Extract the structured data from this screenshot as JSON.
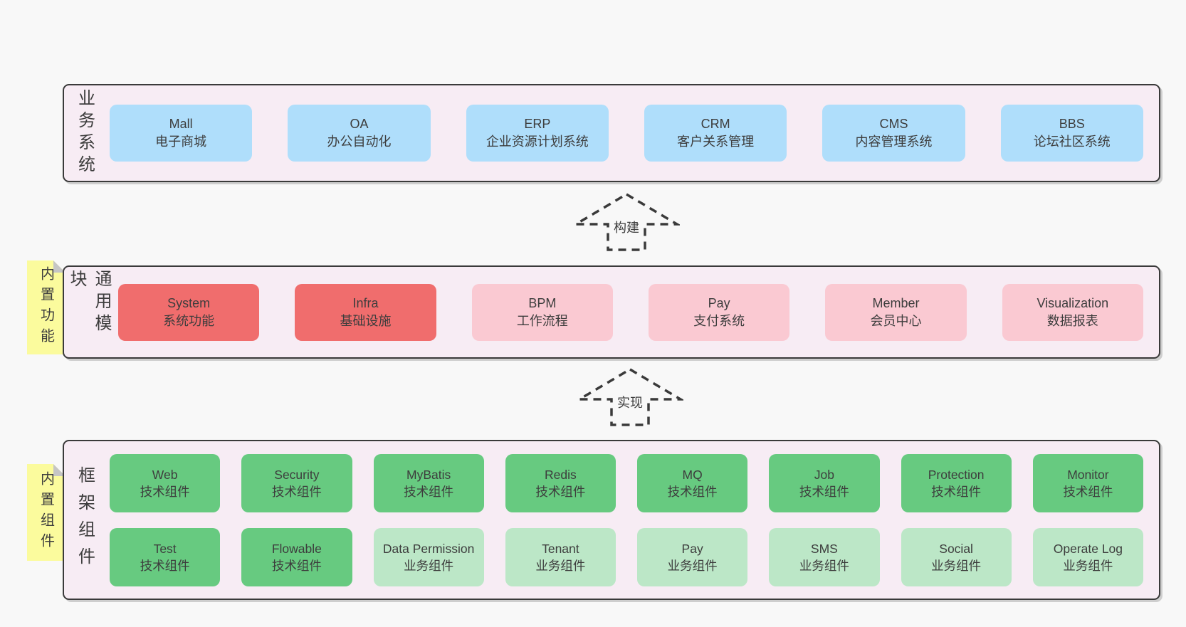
{
  "colors": {
    "page_bg": "#f8f8f8",
    "panel_bg": "#f7ecf4",
    "panel_border": "#3a3a3a",
    "box_blue": "#afdefb",
    "box_red": "#f06d6d",
    "box_pink": "#fac9d2",
    "box_green": "#67ca80",
    "box_green_light": "#bce7c7",
    "sticky_note_yellow": "#fbfb9d",
    "note_fold_gray": "#c5c5c5",
    "text": "#3d3d3d"
  },
  "arrows": {
    "build": {
      "label": "构建"
    },
    "implement": {
      "label": "实现"
    }
  },
  "sections": {
    "business": {
      "label": "业务系统",
      "items": [
        {
          "name": "Mall",
          "desc": "电子商城",
          "variant": "blue"
        },
        {
          "name": "OA",
          "desc": "办公自动化",
          "variant": "blue"
        },
        {
          "name": "ERP",
          "desc": "企业资源计划系统",
          "variant": "blue"
        },
        {
          "name": "CRM",
          "desc": "客户关系管理",
          "variant": "blue"
        },
        {
          "name": "CMS",
          "desc": "内容管理系统",
          "variant": "blue"
        },
        {
          "name": "BBS",
          "desc": "论坛社区系统",
          "variant": "blue"
        }
      ]
    },
    "modules": {
      "label": "通用模块",
      "note": "内置功能",
      "items": [
        {
          "name": "System",
          "desc": "系统功能",
          "variant": "red"
        },
        {
          "name": "Infra",
          "desc": "基础设施",
          "variant": "red"
        },
        {
          "name": "BPM",
          "desc": "工作流程",
          "variant": "pink"
        },
        {
          "name": "Pay",
          "desc": "支付系统",
          "variant": "pink"
        },
        {
          "name": "Member",
          "desc": "会员中心",
          "variant": "pink"
        },
        {
          "name": "Visualization",
          "desc": "数据报表",
          "variant": "pink"
        }
      ]
    },
    "framework": {
      "label": "框架组件",
      "note": "内置组件",
      "rows": [
        [
          {
            "name": "Web",
            "desc": "技术组件",
            "variant": "green"
          },
          {
            "name": "Security",
            "desc": "技术组件",
            "variant": "green"
          },
          {
            "name": "MyBatis",
            "desc": "技术组件",
            "variant": "green"
          },
          {
            "name": "Redis",
            "desc": "技术组件",
            "variant": "green"
          },
          {
            "name": "MQ",
            "desc": "技术组件",
            "variant": "green"
          },
          {
            "name": "Job",
            "desc": "技术组件",
            "variant": "green"
          },
          {
            "name": "Protection",
            "desc": "技术组件",
            "variant": "green"
          },
          {
            "name": "Monitor",
            "desc": "技术组件",
            "variant": "green"
          }
        ],
        [
          {
            "name": "Test",
            "desc": "技术组件",
            "variant": "green"
          },
          {
            "name": "Flowable",
            "desc": "技术组件",
            "variant": "green"
          },
          {
            "name": "Data Permission",
            "desc": "业务组件",
            "variant": "green-light"
          },
          {
            "name": "Tenant",
            "desc": "业务组件",
            "variant": "green-light"
          },
          {
            "name": "Pay",
            "desc": "业务组件",
            "variant": "green-light"
          },
          {
            "name": "SMS",
            "desc": "业务组件",
            "variant": "green-light"
          },
          {
            "name": "Social",
            "desc": "业务组件",
            "variant": "green-light"
          },
          {
            "name": "Operate Log",
            "desc": "业务组件",
            "variant": "green-light"
          }
        ]
      ]
    }
  }
}
